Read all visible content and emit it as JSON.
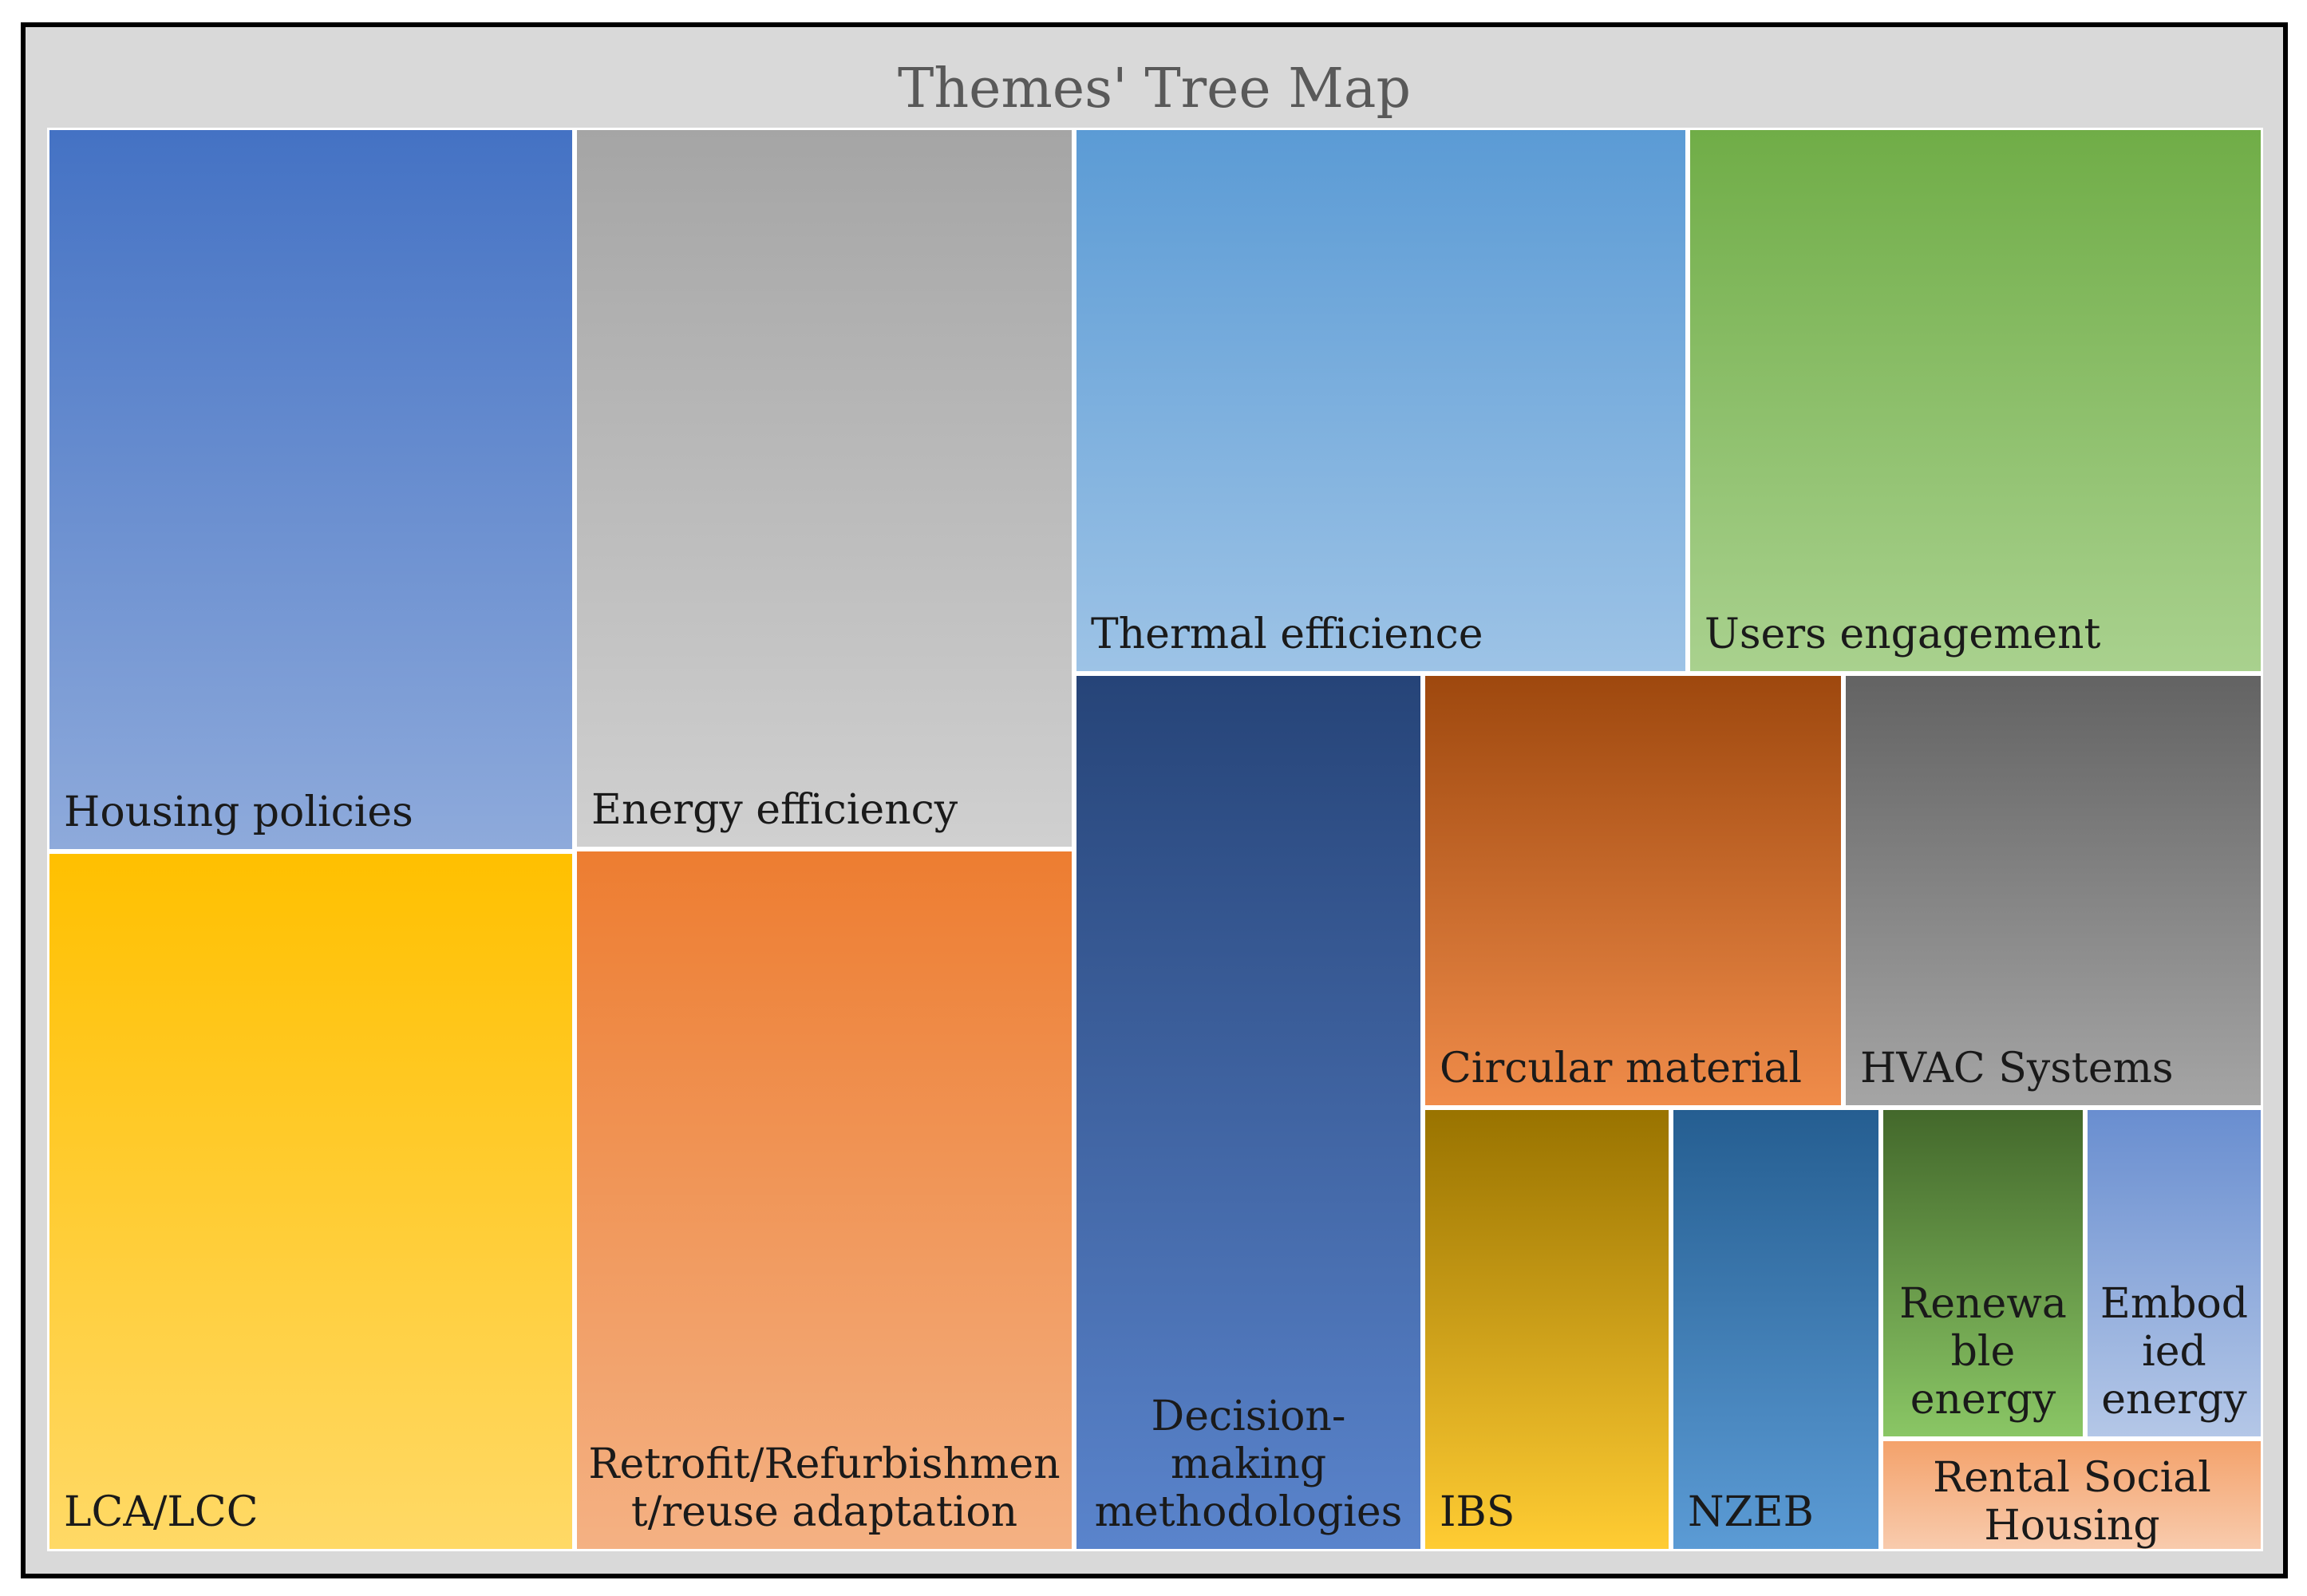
{
  "chart_data": {
    "type": "treemap",
    "title": "Themes' Tree Map",
    "items": [
      {
        "label": "Housing policies",
        "lines": [
          "Housing policies"
        ],
        "value": 905,
        "color_top": "#4472c4",
        "color_bottom": "#8eaadb"
      },
      {
        "label": "LCA/LCC",
        "lines": [
          "LCA/LCC"
        ],
        "value": 876,
        "color_top": "#ffc000",
        "color_bottom": "#ffd966"
      },
      {
        "label": "Energy efficiency",
        "lines": [
          "Energy efficiency"
        ],
        "value": 810,
        "color_top": "#a5a5a5",
        "color_bottom": "#d0d0d0"
      },
      {
        "label": "Retrofit/Refurbishment/reuse adaptation",
        "lines": [
          "Retrofit/Refurbishmen",
          "t/reuse adaptation"
        ],
        "value": 811,
        "color_top": "#ed7d31",
        "color_bottom": "#f4b183"
      },
      {
        "label": "Thermal efficience",
        "lines": [
          "Thermal efficience"
        ],
        "value": 755,
        "color_top": "#5b9bd5",
        "color_bottom": "#9dc3e6"
      },
      {
        "label": "Users engagement",
        "lines": [
          "Users engagement"
        ],
        "value": 708,
        "color_top": "#70ad47",
        "color_bottom": "#a9d18e"
      },
      {
        "label": "Decision-making methodologies",
        "lines": [
          "Decision-",
          "making",
          "methodologies"
        ],
        "value": 432,
        "color_top": "#264478",
        "color_bottom": "#5a84cc"
      },
      {
        "label": "Circular material",
        "lines": [
          "Circular material"
        ],
        "value": 293,
        "color_top": "#9e480e",
        "color_bottom": "#f08c4a"
      },
      {
        "label": "HVAC Systems",
        "lines": [
          "HVAC Systems"
        ],
        "value": 293,
        "color_top": "#636363",
        "color_bottom": "#a5a5a5"
      },
      {
        "label": "IBS",
        "lines": [
          "IBS"
        ],
        "value": 173,
        "color_top": "#997300",
        "color_bottom": "#ffcc33"
      },
      {
        "label": "NZEB",
        "lines": [
          "NZEB"
        ],
        "value": 145,
        "color_top": "#255e91",
        "color_bottom": "#5b9bd5"
      },
      {
        "label": "Renewable energy",
        "lines": [
          "Renewa",
          "ble",
          "energy"
        ],
        "value": 108,
        "color_top": "#43682b",
        "color_bottom": "#8ac665"
      },
      {
        "label": "Embodied energy",
        "lines": [
          "Embod",
          "ied",
          "energy"
        ],
        "value": 108,
        "color_top": "#698ed0",
        "color_bottom": "#b4c7e7"
      },
      {
        "label": "Rental Social Housing",
        "lines": [
          "Rental Social",
          "Housing"
        ],
        "value": 56,
        "color_top": "#f4a26b",
        "color_bottom": "#f8cbad"
      }
    ]
  }
}
